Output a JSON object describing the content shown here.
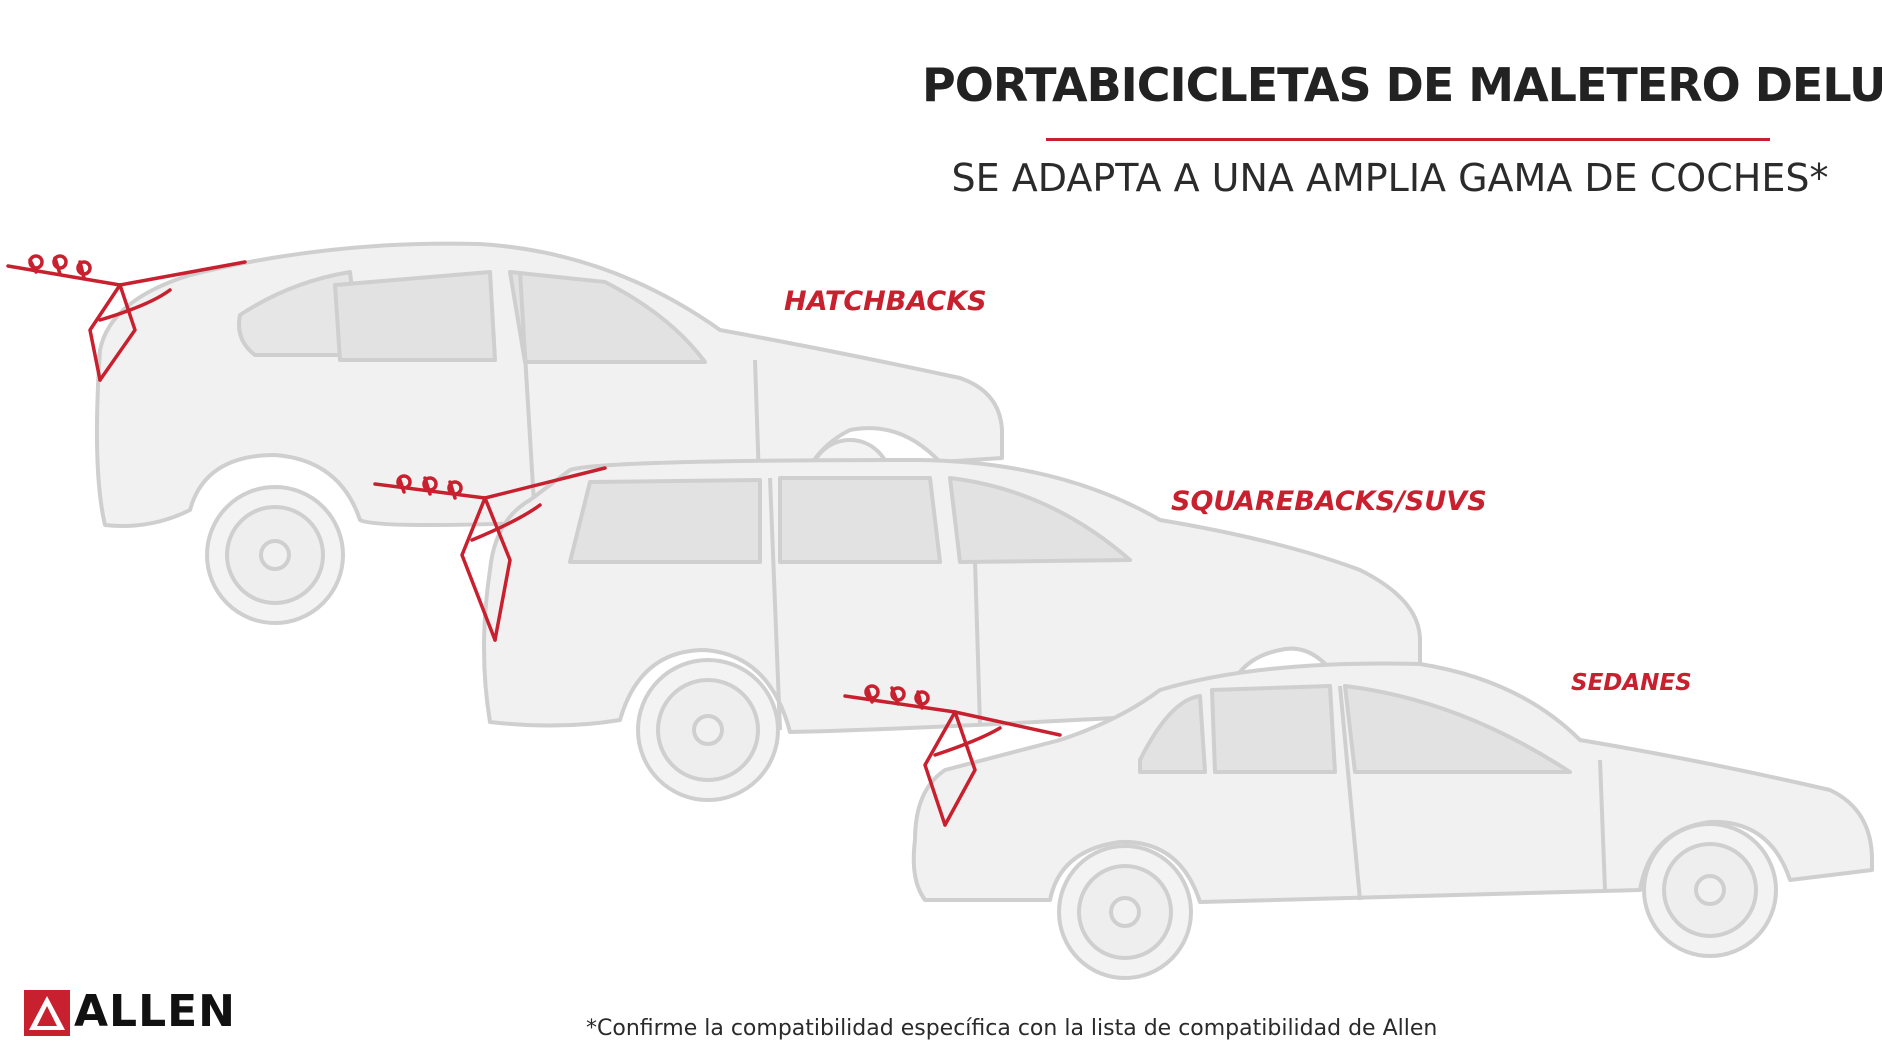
{
  "header": {
    "title": "PORTABICICLETAS DE MALETERO DELUXE",
    "subtitle": "SE ADAPTA A UNA AMPLIA GAMA DE COCHES*"
  },
  "categories": [
    {
      "id": "hatchbacks",
      "label": "HATCHBACKS"
    },
    {
      "id": "squarebacks",
      "label": "SQUAREBACKS/SUVS"
    },
    {
      "id": "sedans",
      "label": "SEDANES"
    }
  ],
  "footnote": "*Confirme la compatibilidad específica con la lista de compatibilidad de Allen",
  "brand": {
    "name": "ALLEN"
  },
  "colors": {
    "accent": "#c8202e",
    "car_fill": "#f0f0f0",
    "car_stroke": "#cfcfcf",
    "text": "#222222"
  }
}
